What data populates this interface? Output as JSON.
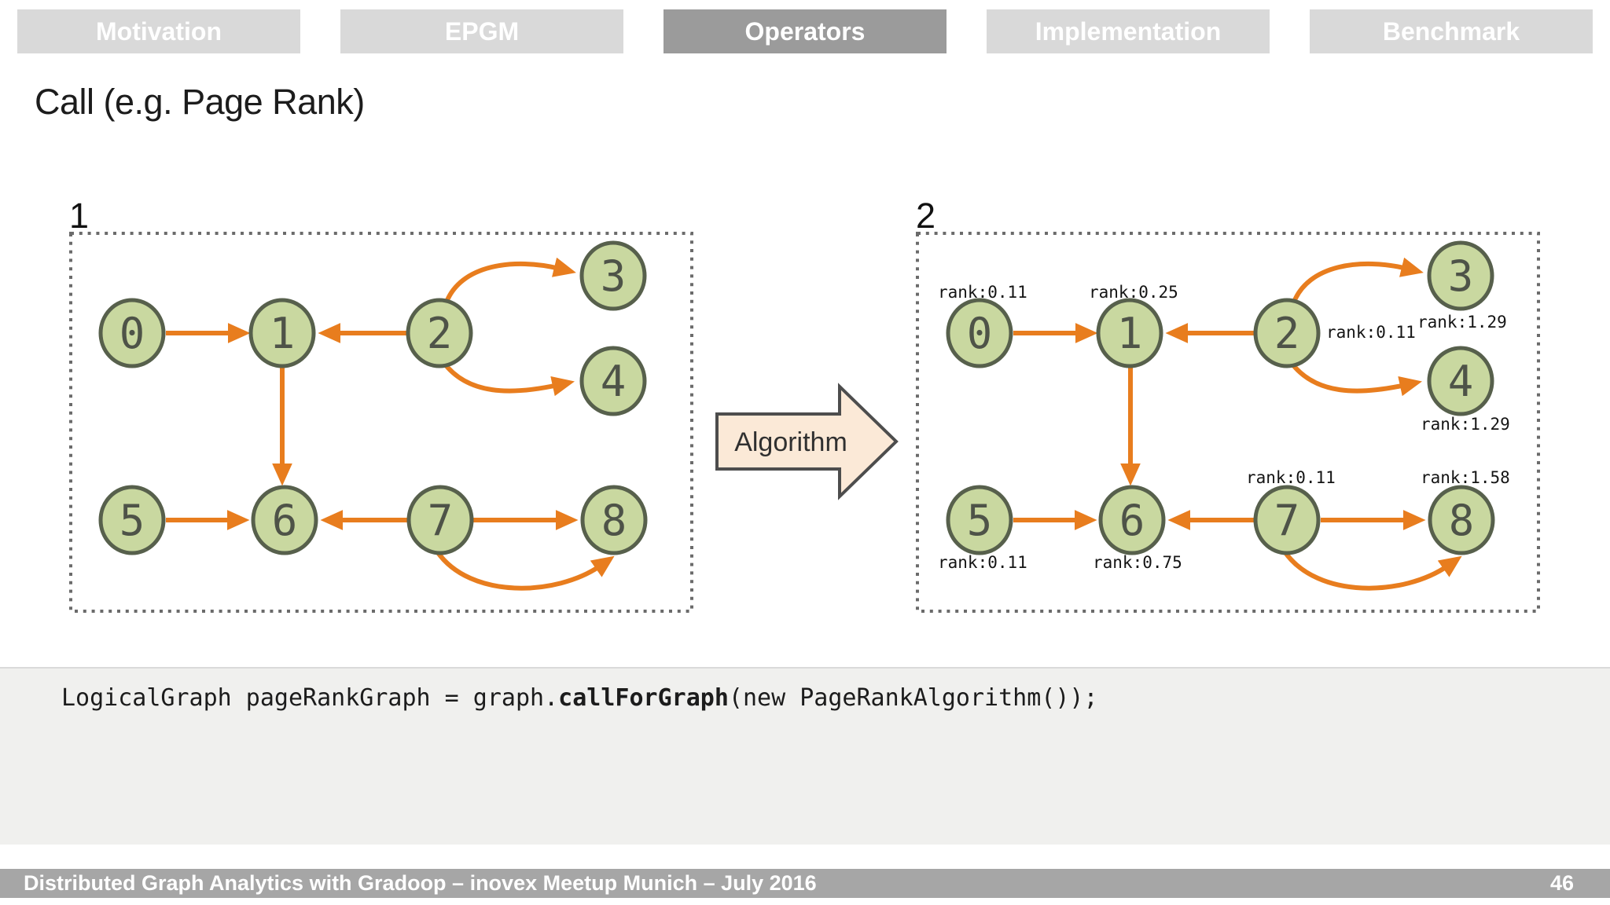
{
  "nav": {
    "tabs": [
      {
        "label": "Motivation",
        "active": false
      },
      {
        "label": "EPGM",
        "active": false
      },
      {
        "label": "Operators",
        "active": true
      },
      {
        "label": "Implementation",
        "active": false
      },
      {
        "label": "Benchmark",
        "active": false
      }
    ]
  },
  "title": "Call (e.g. Page Rank)",
  "diagram": {
    "arrow_label": "Algorithm",
    "input_graph": {
      "label": "1",
      "nodes": [
        {
          "id": "0"
        },
        {
          "id": "1"
        },
        {
          "id": "2"
        },
        {
          "id": "3"
        },
        {
          "id": "4"
        },
        {
          "id": "5"
        },
        {
          "id": "6"
        },
        {
          "id": "7"
        },
        {
          "id": "8"
        }
      ]
    },
    "output_graph": {
      "label": "2",
      "nodes": [
        {
          "id": "0",
          "rank": "rank:0.11"
        },
        {
          "id": "1",
          "rank": "rank:0.25"
        },
        {
          "id": "2",
          "rank": "rank:0.11"
        },
        {
          "id": "3",
          "rank": "rank:1.29"
        },
        {
          "id": "4",
          "rank": "rank:1.29"
        },
        {
          "id": "5",
          "rank": "rank:0.11"
        },
        {
          "id": "6",
          "rank": "rank:0.75"
        },
        {
          "id": "7",
          "rank": "rank:0.11"
        },
        {
          "id": "8",
          "rank": "rank:1.58"
        }
      ]
    },
    "edges": [
      {
        "from": "0",
        "to": "1"
      },
      {
        "from": "2",
        "to": "1"
      },
      {
        "from": "2",
        "to": "3"
      },
      {
        "from": "2",
        "to": "4"
      },
      {
        "from": "1",
        "to": "6"
      },
      {
        "from": "5",
        "to": "6"
      },
      {
        "from": "7",
        "to": "6"
      },
      {
        "from": "7",
        "to": "8"
      },
      {
        "from": "7",
        "to": "8",
        "style": "curved-below"
      }
    ]
  },
  "code": {
    "prefix": "LogicalGraph pageRankGraph = graph.",
    "method": "callForGraph",
    "suffix": "(new PageRankAlgorithm());"
  },
  "footer": {
    "text": "Distributed Graph Analytics with Gradoop – inovex Meetup Munich – July 2016",
    "page_number": "46"
  },
  "colors": {
    "accent_orange": "#e87d1e",
    "node_fill": "#c9d8a0",
    "node_stroke": "#57604c",
    "algorithm_arrow_fill": "#fbe9d7",
    "tab_active_bg": "#9b9b9b",
    "tab_inactive_bg": "#d9d9d9",
    "code_bg": "#f0f0ee",
    "footer_bg": "#a6a6a6"
  }
}
